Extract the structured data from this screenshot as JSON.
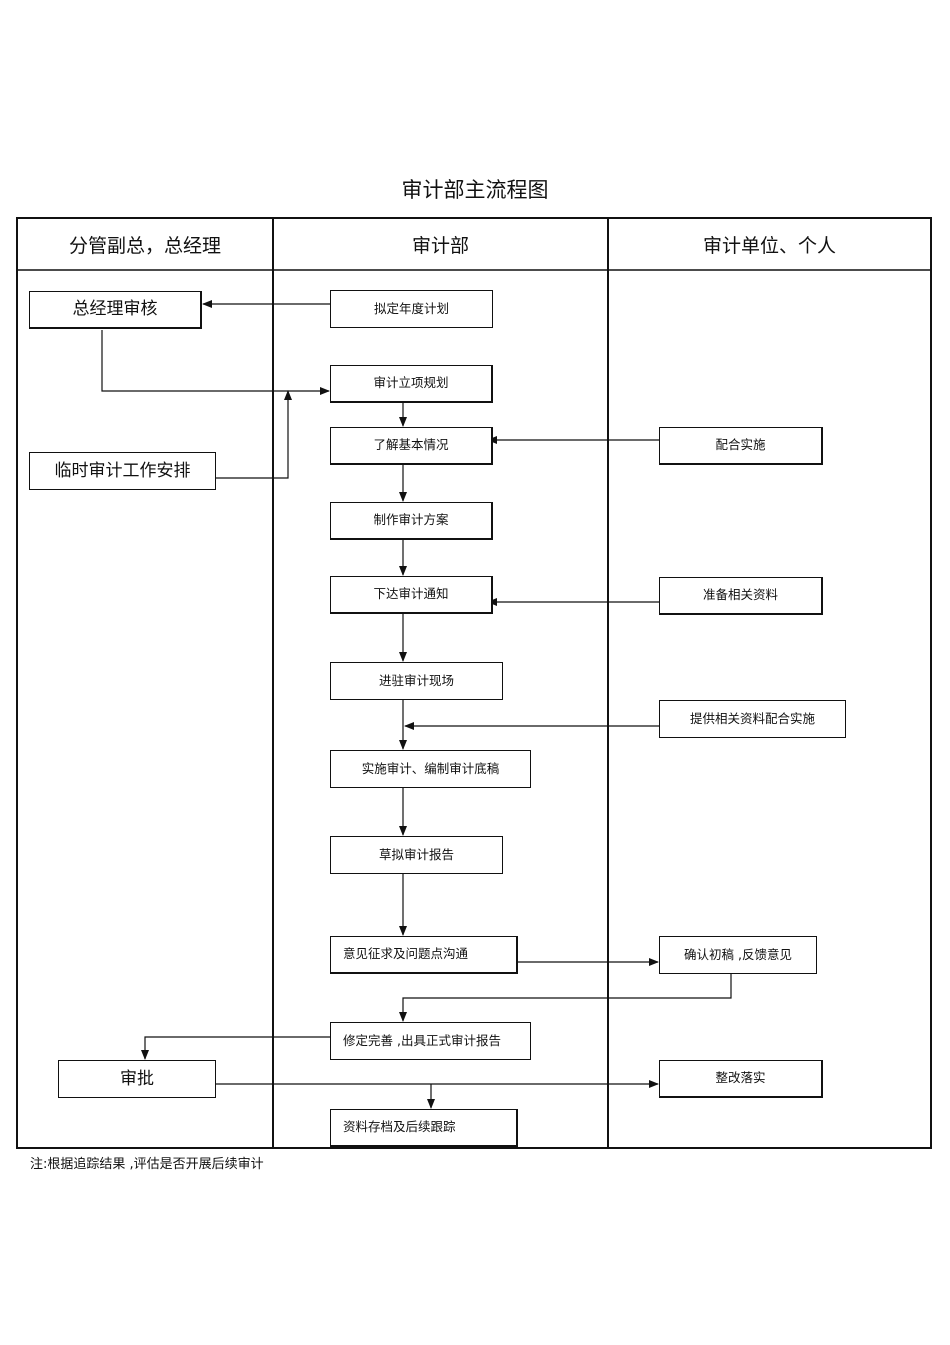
{
  "title": "审计部主流程图",
  "lanes": [
    "分管副总，总经理",
    "审计部",
    "审计单位、个人"
  ],
  "nodes": {
    "gm_review": "总经理审核",
    "temp_audit": "临时审计工作安排",
    "approve": "审批",
    "annual_plan": "拟定年度计划",
    "project_plan": "审计立项规划",
    "understand": "了解基本情况",
    "make_plan": "制作审计方案",
    "notify": "下达审计通知",
    "enter_site": "进驻审计现场",
    "implement": "实施审计、编制审计底稿",
    "draft_report": "草拟审计报告",
    "opinion": "意见征求及问题点沟通",
    "revise": "修定完善 ,出具正式审计报告",
    "archive": "资料存档及后续跟踪",
    "cooperate": "配合实施",
    "prepare": "准备相关资料",
    "provide": "提供相关资料配合实施",
    "confirm": "确认初稿 ,反馈意见",
    "rectify": "整改落实"
  },
  "note": "注:根据追踪结果 ,评估是否开展后续审计"
}
